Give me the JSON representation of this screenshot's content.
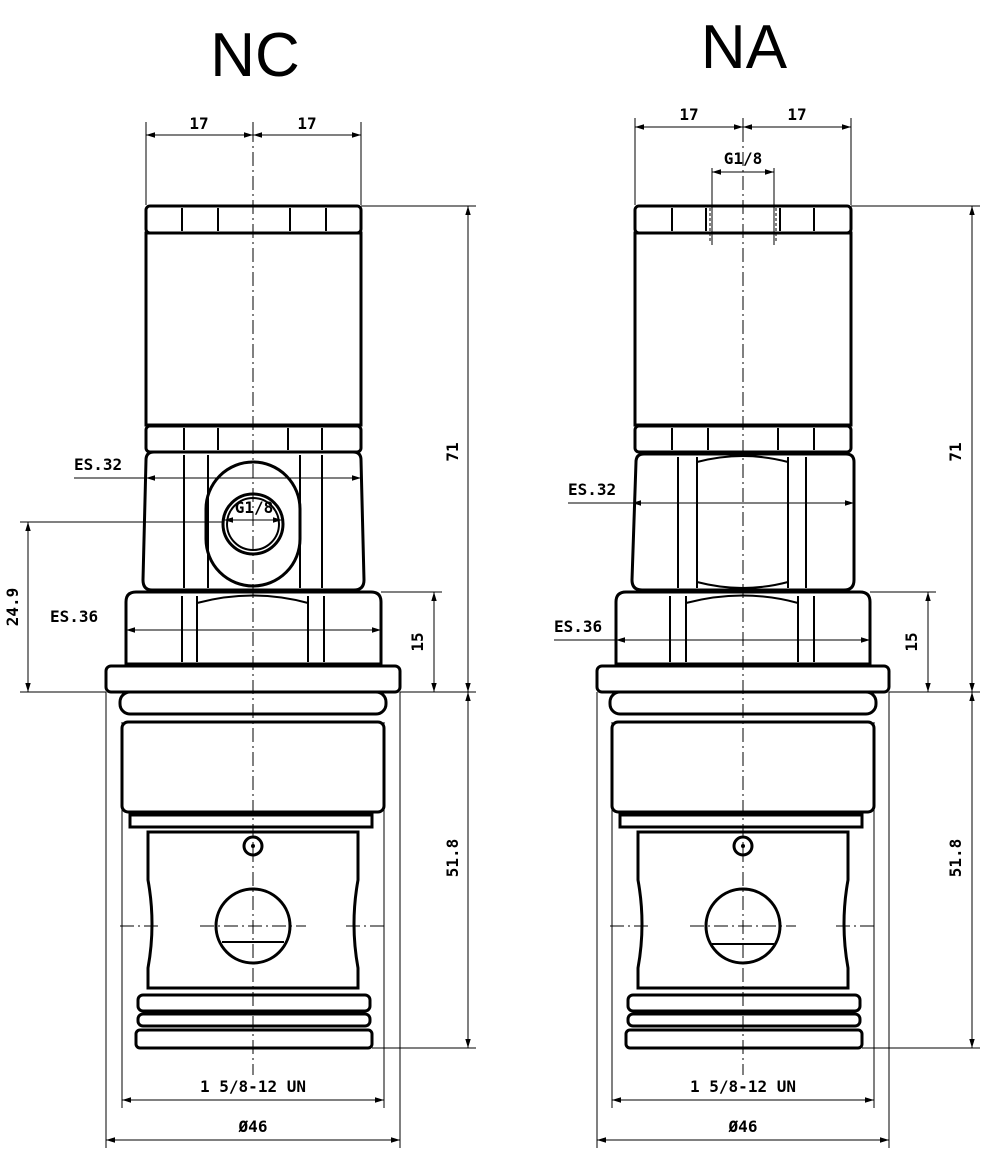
{
  "views": [
    {
      "title": "NC",
      "top_width_left": "17",
      "top_width_right": "17",
      "port_label": "G1/8",
      "hex_label_upper": "ES.32",
      "hex_label_lower": "ES.36",
      "port_height": "24.9",
      "base_height": "15",
      "total_height": "71",
      "cartridge_height": "51.8",
      "thread": "1 5/8-12 UN",
      "diameter": "Ø46"
    },
    {
      "title": "NA",
      "top_width_left": "17",
      "top_width_right": "17",
      "port_label": "G1/8",
      "hex_label_upper": "ES.32",
      "hex_label_lower": "ES.36",
      "base_height": "15",
      "total_height": "71",
      "cartridge_height": "51.8",
      "thread": "1 5/8-12 UN",
      "diameter": "Ø46"
    }
  ]
}
